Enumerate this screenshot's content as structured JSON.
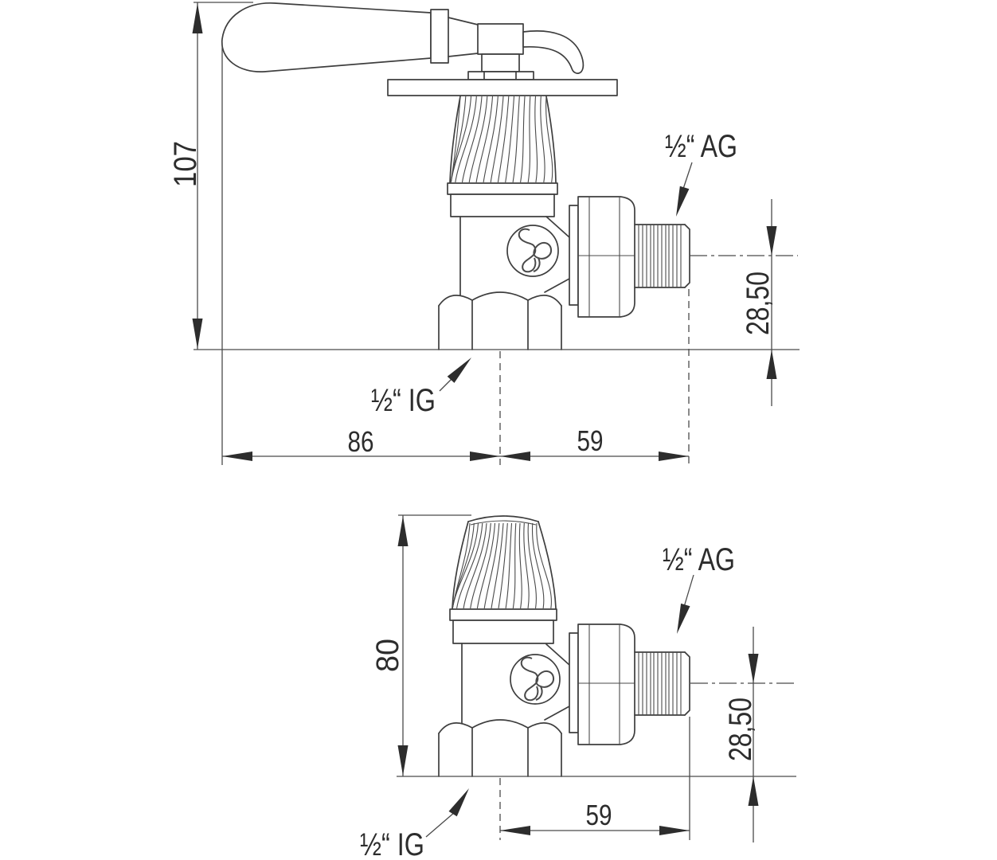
{
  "drawing": {
    "line_color": "#3e3e3e",
    "background": "#ffffff",
    "top_view": {
      "dim_height": "107",
      "dim_offset": "28,50",
      "dim_width_left": "86",
      "dim_width_right": "59",
      "label_outlet": "½“ AG",
      "label_inlet": "½“ IG"
    },
    "bottom_view": {
      "dim_height": "80",
      "dim_offset": "28,50",
      "dim_width_right": "59",
      "label_outlet": "½“ AG",
      "label_inlet": "½“ IG"
    }
  }
}
